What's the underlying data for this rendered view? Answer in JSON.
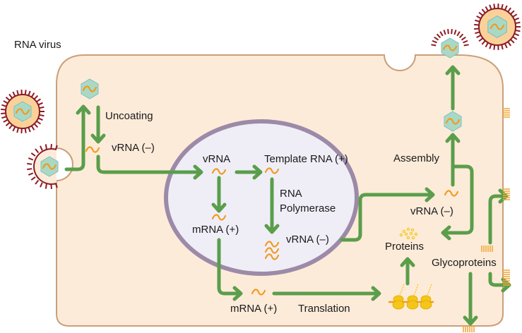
{
  "title": "RNA virus",
  "labels": {
    "uncoating": "Uncoating",
    "vrna_minus_entry": "vRNA (–)",
    "vrna_nucleus": "vRNA",
    "template_rna": "Template RNA (+)",
    "rna_polymerase_line1": "RNA",
    "rna_polymerase_line2": "Polymerase",
    "mrna_plus_nucleus": "mRNA (+)",
    "vrna_minus_nucleus": "vRNA (–)",
    "mrna_plus_cytoplasm": "mRNA (+)",
    "translation": "Translation",
    "proteins": "Proteins",
    "glycoproteins": "Glycoproteins",
    "vrna_minus_assembly": "vRNA (–)",
    "assembly": "Assembly"
  },
  "colors": {
    "cell_fill": "#fdebd9",
    "cell_border": "#c9a07a",
    "nucleus_fill": "#efeef7",
    "nucleus_border": "#9c8aa8",
    "arrow": "#5a9e4b",
    "rna": "#f29a1f",
    "capsid": "#a9d9c4",
    "envelope": "#fbd19a",
    "spike": "#8b1c24",
    "glycoprotein": "#f2a93b",
    "ribosome": "#f5c518"
  }
}
